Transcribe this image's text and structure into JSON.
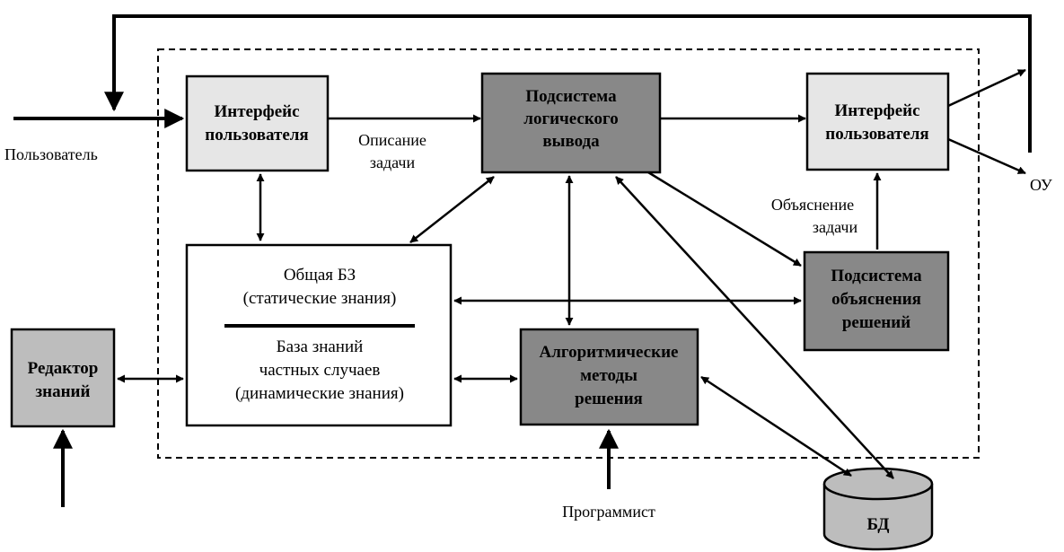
{
  "boxes": {
    "user_interface_left": [
      "Интерфейс",
      "пользователя"
    ],
    "inference": [
      "Подсистема",
      "логического",
      "вывода"
    ],
    "user_interface_right": [
      "Интерфейс",
      "пользователя"
    ],
    "kb_general_title": "Общая БЗ",
    "kb_general_subtitle": "(статические знания)",
    "kb_cases": [
      "База знаний",
      "частных случаев",
      "(динамические знания)"
    ],
    "explanation": [
      "Подсистема",
      "объяснения",
      "решений"
    ],
    "algorithmic": [
      "Алгоритмические",
      "методы",
      "решения"
    ],
    "editor": [
      "Редактор",
      "знаний"
    ],
    "database": "БД"
  },
  "labels": {
    "user": "Пользователь",
    "task_description": [
      "Описание",
      "задачи"
    ],
    "task_explanation": [
      "Объяснение",
      "задачи"
    ],
    "control_object": "ОУ",
    "programmer": "Программист"
  },
  "colors": {
    "dark_fill": "#888888",
    "light_fill": "#e6e6e6",
    "editor_fill": "#bdbdbd",
    "white_fill": "#ffffff",
    "stroke": "#000000"
  }
}
